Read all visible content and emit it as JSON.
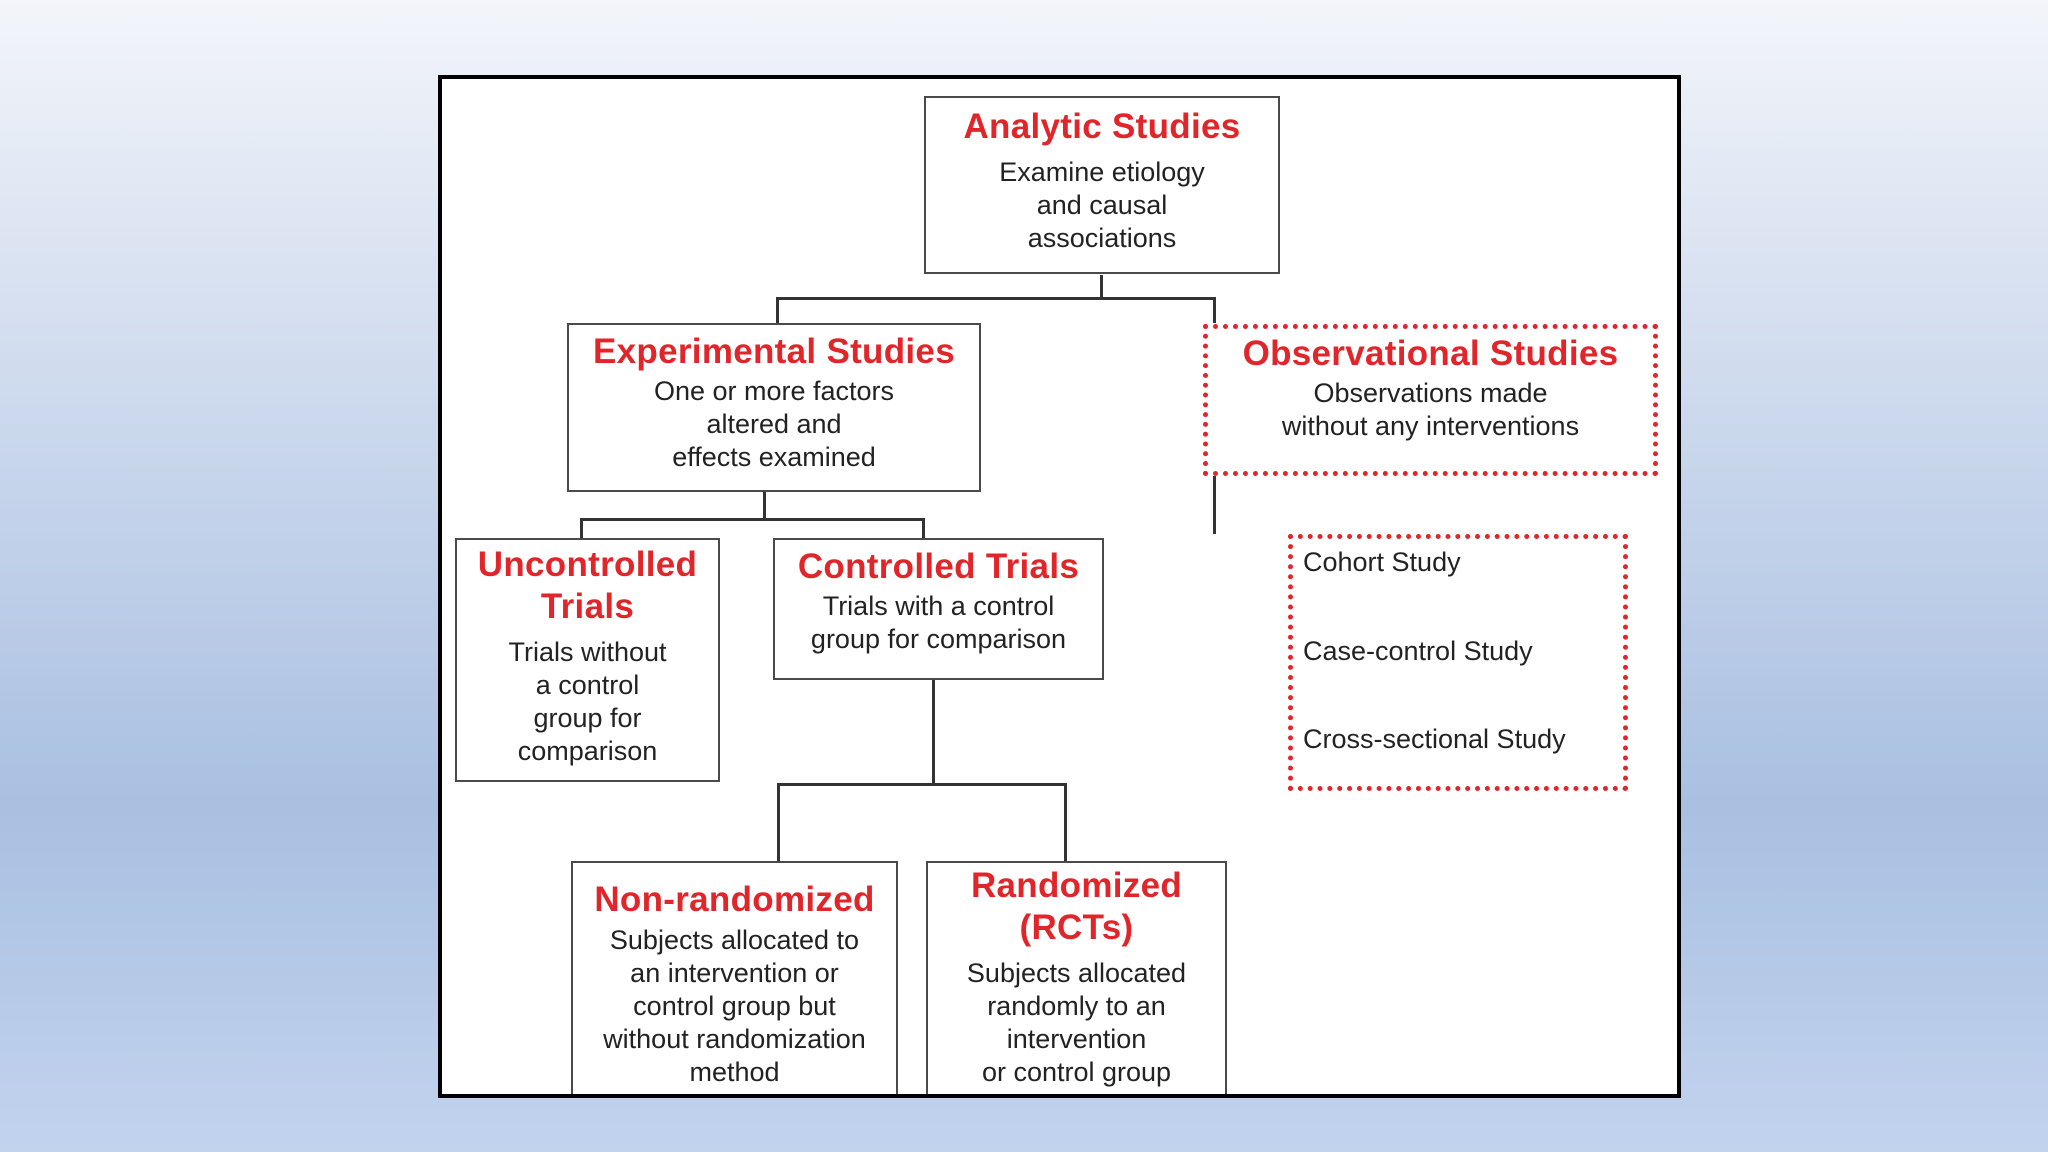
{
  "diagram": {
    "analytic": {
      "title": "Analytic Studies",
      "desc": [
        "Examine etiology",
        "and causal",
        "associations"
      ]
    },
    "experimental": {
      "title": "Experimental Studies",
      "desc": [
        "One or more factors",
        "altered and",
        "effects examined"
      ]
    },
    "observational": {
      "title": "Observational Studies",
      "desc": [
        "Observations made",
        "without any interventions"
      ]
    },
    "uncontrolled": {
      "title": [
        "Uncontrolled",
        "Trials"
      ],
      "desc": [
        "Trials without",
        "a control",
        "group for",
        "comparison"
      ]
    },
    "controlled": {
      "title": "Controlled Trials",
      "desc": [
        "Trials with a control",
        "group for comparison"
      ]
    },
    "observational_types": [
      "Cohort Study",
      "Case-control Study",
      "Cross-sectional Study"
    ],
    "nonrandomized": {
      "title": "Non-randomized",
      "desc": [
        "Subjects allocated to",
        "an intervention or",
        "control group but",
        "without randomization",
        "method"
      ]
    },
    "randomized": {
      "title": [
        "Randomized",
        "(RCTs)"
      ],
      "desc": [
        "Subjects allocated",
        "randomly to an",
        "intervention",
        "or control group"
      ]
    }
  },
  "colors": {
    "title_red": "#e0262a",
    "box_border": "#4a4a4a",
    "connector": "#333333",
    "background_top": "#f3f5fa",
    "background_bottom": "#a9c0e1"
  }
}
